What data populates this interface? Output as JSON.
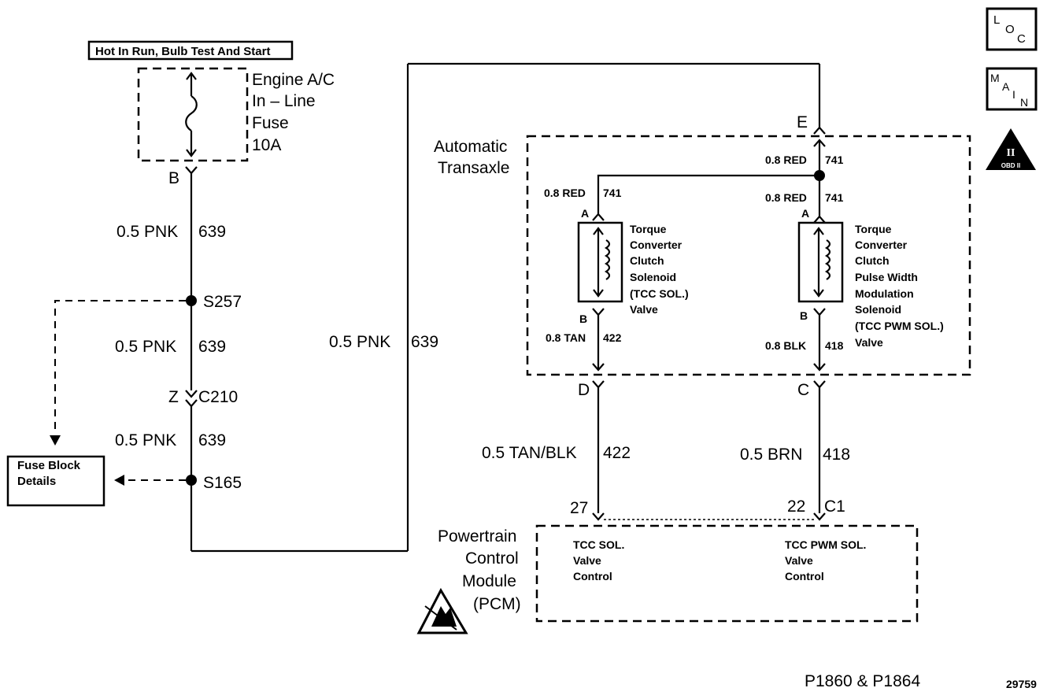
{
  "power_label": "Hot In Run, Bulb Test And Start",
  "fuse": {
    "line1": "Engine A/C",
    "line2": "In – Line",
    "line3": "Fuse",
    "line4": "10A"
  },
  "connectors": {
    "B": "B",
    "E": "E",
    "D": "D",
    "C": "C",
    "Z": "Z",
    "C210": "C210",
    "pin27": "27",
    "pin22": "22",
    "C1": "C1",
    "solA1": "A",
    "solB1": "B",
    "solA2": "A",
    "solB2": "B"
  },
  "splices": {
    "s257": "S257",
    "s165": "S165"
  },
  "wires": {
    "pnk_gauge": "0.5 PNK",
    "pnk_circuit": "639",
    "red_gauge": "0.8 RED",
    "red_circuit": "741",
    "tan_gauge": "0.8 TAN",
    "tan_circuit": "422",
    "blk_gauge": "0.8 BLK",
    "blk_circuit": "418",
    "tanblk_gauge": "0.5 TAN/BLK",
    "tanblk_circuit": "422",
    "brn_gauge": "0.5 BRN",
    "brn_circuit": "418"
  },
  "transaxle": {
    "line1": "Automatic",
    "line2": "Transaxle"
  },
  "sol1": [
    "Torque",
    "Converter",
    "Clutch",
    "Solenoid",
    "(TCC SOL.)",
    "Valve"
  ],
  "sol2": [
    "Torque",
    "Converter",
    "Clutch",
    "Pulse Width",
    "Modulation",
    "Solenoid",
    "(TCC PWM SOL.)",
    "Valve"
  ],
  "fuse_block": {
    "line1": "Fuse Block",
    "line2": "Details"
  },
  "pcm": {
    "line1": "Powertrain",
    "line2": "Control",
    "line3": "Module",
    "line4": "(PCM)"
  },
  "pcm_tcc": [
    "TCC SOL.",
    "Valve",
    "Control"
  ],
  "pcm_pwm": [
    "TCC PWM SOL.",
    "Valve",
    "Control"
  ],
  "icons": {
    "loc": {
      "a": "L",
      "b": "O",
      "c": "C"
    },
    "main": {
      "a": "M",
      "b": "A",
      "c": "I",
      "d": "N"
    },
    "obd": "OBD II",
    "obd_numeral": "II"
  },
  "footer": {
    "codes": "P1860 & P1864",
    "figure": "29759"
  }
}
